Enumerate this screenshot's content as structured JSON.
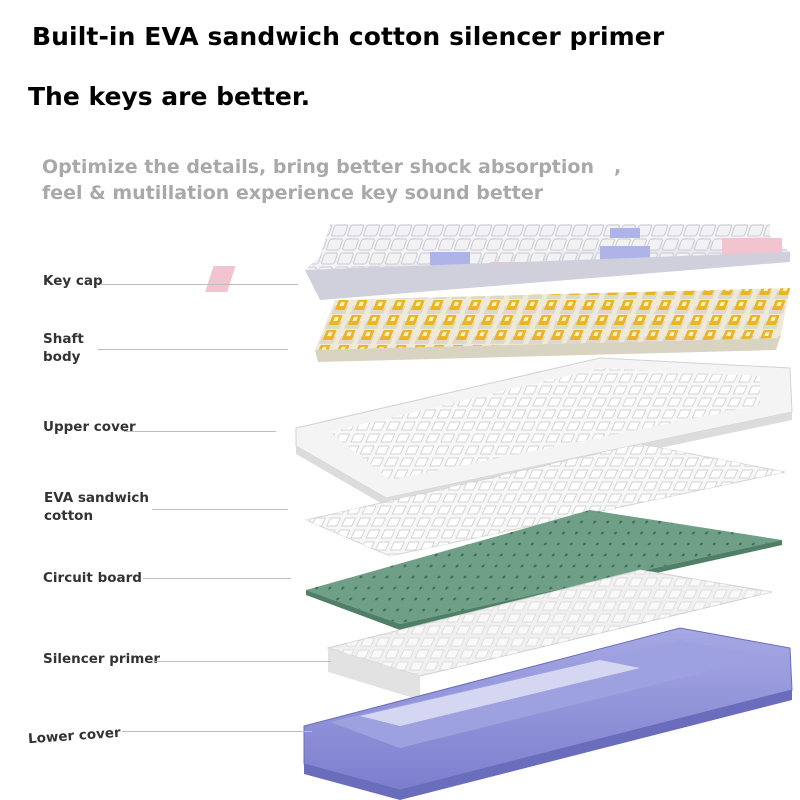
{
  "heading": {
    "title": "Built-in EVA sandwich cotton silencer primer",
    "subtitle": "The keys are better."
  },
  "description": {
    "line1": "Optimize the details, bring better shock absorption",
    "comma": ",",
    "line2": "feel & mutillation experience key sound better"
  },
  "layers": {
    "keycap": {
      "label": "Key cap"
    },
    "shaft": {
      "label_line1": "Shaft",
      "label_line2": "body"
    },
    "upper_cover": {
      "label": "Upper cover"
    },
    "eva": {
      "label_line1": "EVA sandwich",
      "label_line2": "cotton"
    },
    "circuit": {
      "label": "Circuit board"
    },
    "silencer": {
      "label": "Silencer primer"
    },
    "lower_cover": {
      "label": "Lower cover"
    }
  },
  "colors": {
    "keycap_white": "#f4f4f6",
    "keycap_lavender": "#aeb4e8",
    "keycap_pink": "#f2c4d0",
    "switch_yellow": "#e9b425",
    "pcb_green": "#6f9f86",
    "lower_cover_purple": "#8d8fd6"
  }
}
